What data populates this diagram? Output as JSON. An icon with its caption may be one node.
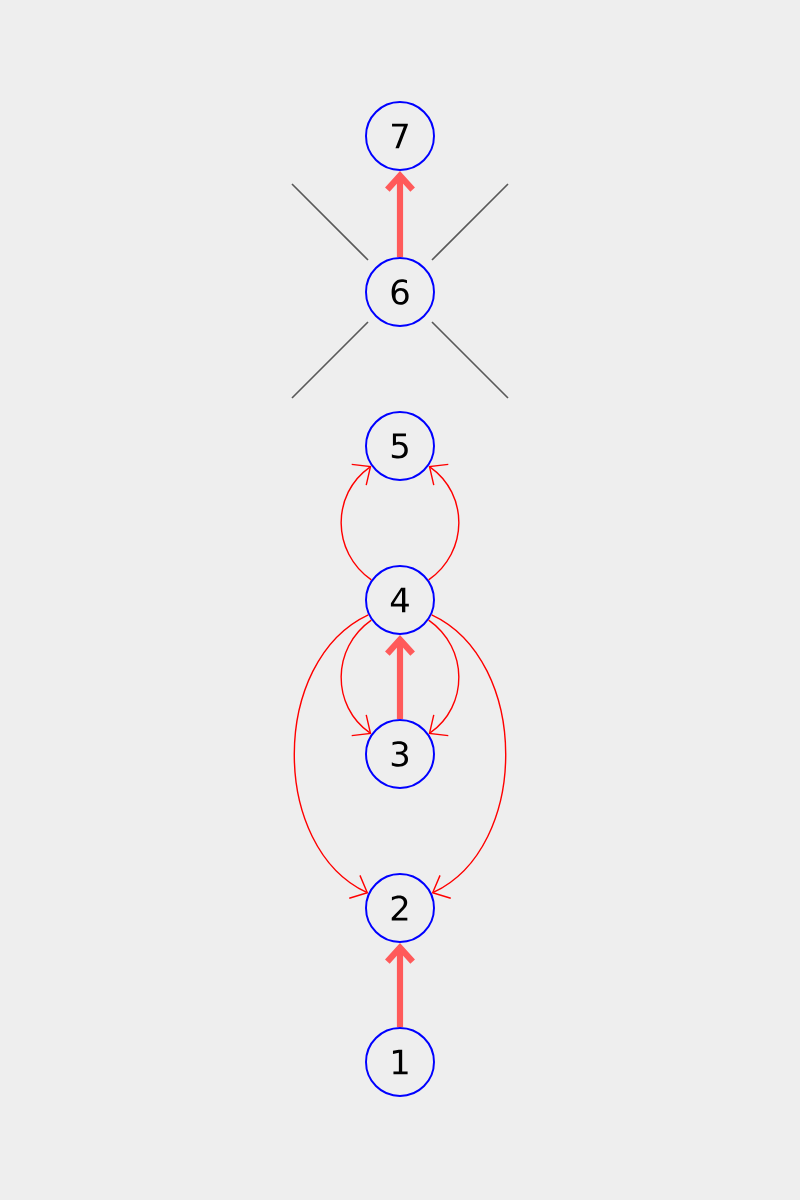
{
  "diagram": {
    "nodes": [
      {
        "text": [
          "1"
        ]
      },
      {
        "text": [
          "2"
        ]
      },
      {
        "text": [
          "3"
        ]
      },
      {
        "text": [
          "4"
        ]
      },
      {
        "text": [
          "5"
        ]
      },
      {
        "text": [
          "6"
        ]
      },
      {
        "text": [
          "7"
        ]
      }
    ],
    "edges": [
      {
        "from": 0,
        "to": 1,
        "arrow": "to",
        "style": "thick",
        "color": "#ff5a5a"
      },
      {
        "from": 2,
        "to": 3,
        "arrow": "to",
        "style": "thick",
        "color": "#ff5a5a"
      },
      {
        "from": 3,
        "to": 4,
        "arrow": "to"
      },
      {
        "from": 3,
        "to": 4,
        "arrow": "to"
      },
      {
        "from": 3,
        "to": 2,
        "arrow": "to"
      },
      {
        "from": 3,
        "to": 2,
        "arrow": "to"
      },
      {
        "from": 3,
        "to": 1,
        "arrow": "to"
      },
      {
        "from": 3,
        "to": 1,
        "arrow": "to"
      },
      {
        "from": 5,
        "to": 6,
        "arrow": "to",
        "style": "thick",
        "color": "#ff5a5a"
      }
    ]
  }
}
